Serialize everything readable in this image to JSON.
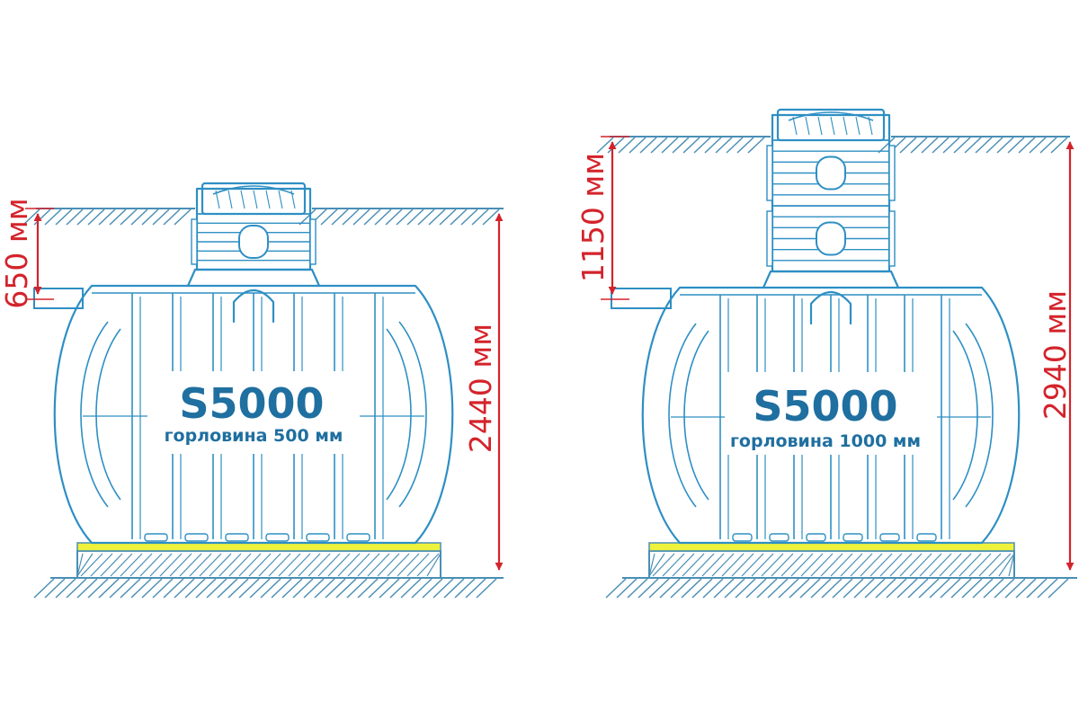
{
  "colors": {
    "outline": "#2e8fc4",
    "hatch": "#4a8fb5",
    "dimension": "#d4232b",
    "model_text": "#1f6fa0",
    "sand_layer": "#eef23c",
    "white": "#ffffff"
  },
  "tanks": [
    {
      "model": "S5000",
      "neck": "горловина 500 мм",
      "depth_label": "650 мм",
      "total_height_label": "2440 мм"
    },
    {
      "model": "S5000",
      "neck": "горловина 1000 мм",
      "depth_label": "1150 мм",
      "total_height_label": "2940 мм"
    }
  ]
}
